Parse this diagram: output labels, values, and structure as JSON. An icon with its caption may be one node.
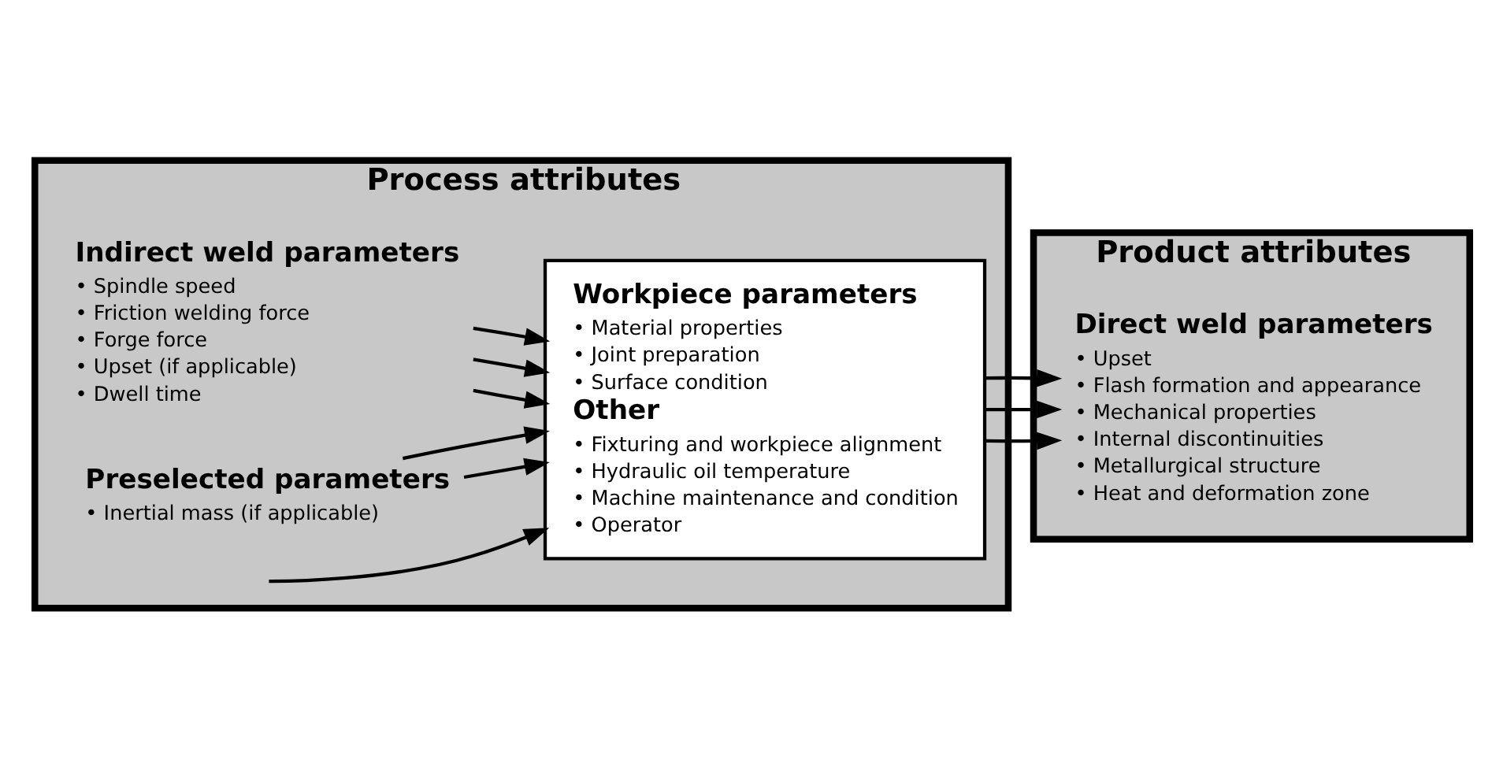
{
  "diagram": {
    "nodes": [
      {
        "text": [
          "Process attributes"
        ]
      },
      {
        "text": [
          "Indirect weld parameters",
          "• Spindle speed",
          "• Friction welding force",
          "• Forge force",
          "• Upset (if applicable)",
          "• Dwell time"
        ],
        "in": 0
      },
      {
        "text": [
          "Preselected parameters",
          "• Inertial mass (if applicable)"
        ],
        "in": 0
      },
      {
        "text": [
          "Workpiece parameters",
          "• Material properties",
          "• Joint preparation",
          "• Surface condition",
          "Other",
          "• Fixturing and workpiece alignment",
          "• Hydraulic oil temperature",
          "• Machine maintenance and condition",
          "• Operator"
        ],
        "in": 0
      },
      {
        "text": [
          "Product attributes"
        ]
      },
      {
        "text": [
          "Direct weld parameters",
          "• Upset",
          "• Flash formation and appearance",
          "• Mechanical properties",
          "• Internal discontinuities",
          "• Metallurgical structure",
          "• Heat and deformation zone"
        ],
        "in": 4
      }
    ],
    "edges": [
      {
        "from": 1,
        "to": 3,
        "arrow": "to"
      },
      {
        "from": 1,
        "to": 3,
        "arrow": "to"
      },
      {
        "from": 1,
        "to": 3,
        "arrow": "to"
      },
      {
        "from": 2,
        "to": 3,
        "arrow": "to"
      },
      {
        "from": 2,
        "to": 3,
        "arrow": "to"
      },
      {
        "from": null,
        "to": 3,
        "arrow": "to"
      },
      {
        "from": 3,
        "to": 5,
        "arrow": "to"
      },
      {
        "from": 3,
        "to": 5,
        "arrow": "to"
      },
      {
        "from": 3,
        "to": 5,
        "arrow": "to"
      }
    ]
  }
}
